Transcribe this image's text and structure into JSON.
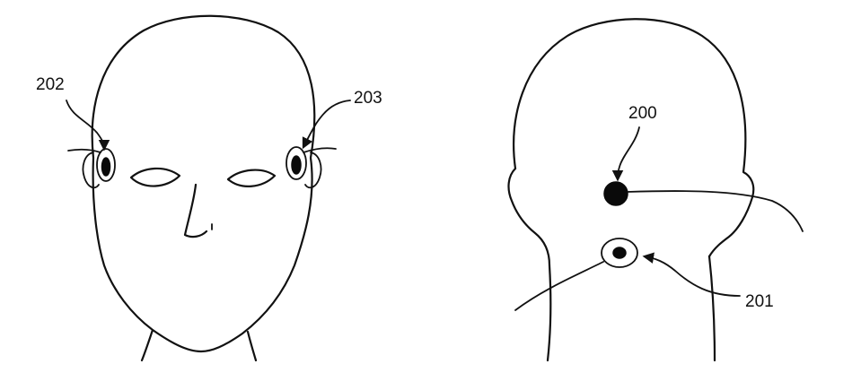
{
  "figure": {
    "labels": {
      "left_ear_electrode": "202",
      "right_ear_electrode": "203",
      "occipital_electrode": "200",
      "neck_electrode": "201"
    },
    "colors": {
      "ink": "#111111",
      "background": "#ffffff"
    }
  }
}
